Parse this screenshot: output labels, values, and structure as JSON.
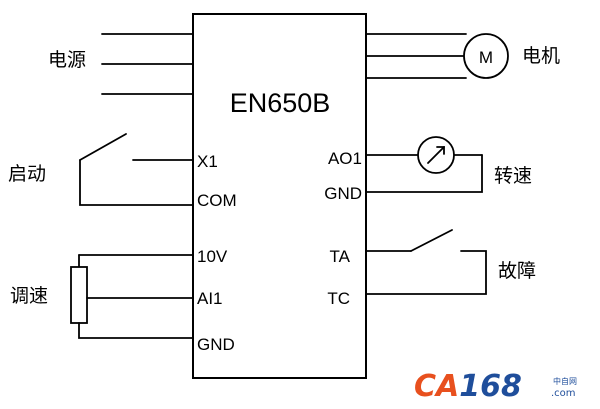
{
  "device": {
    "model": "EN650B"
  },
  "labels": {
    "power": "电源",
    "motor": "电机",
    "motor_symbol": "M",
    "start": "启动",
    "speed_meter": "转速",
    "speed_adjust": "调速",
    "fault": "故障"
  },
  "terminals": {
    "left": [
      "X1",
      "COM",
      "10V",
      "AI1",
      "GND"
    ],
    "right": [
      "AO1",
      "GND",
      "TA",
      "TC"
    ]
  },
  "watermark": {
    "brand_prefix": "CA",
    "brand_digits": "168",
    "brand_suffix": ".com",
    "tag": "中自网",
    "colors": {
      "ca": "#e8501e",
      "digits": "#1f4e9b"
    }
  }
}
